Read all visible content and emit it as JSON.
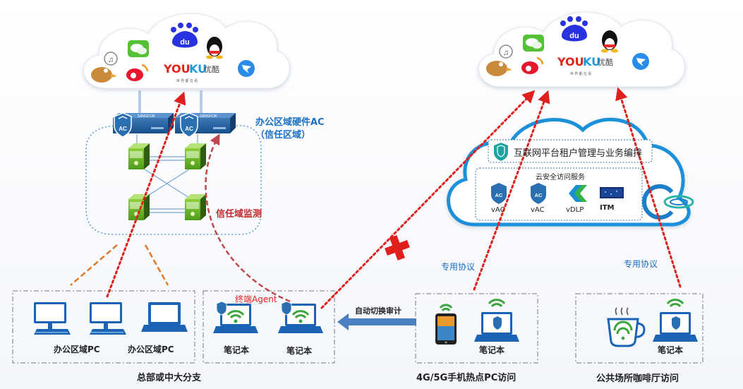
{
  "labels": {
    "ac_title": "办公区域硬件AC",
    "ac_trust": "（信任区域）",
    "trust_monitor": "信任域监测",
    "pc_left": "办公区域PC",
    "pc_right": "办公区域PC",
    "branch_caption": "总部或中大分支",
    "agent": "终端Agent",
    "laptop_a": "笔记本",
    "laptop_b": "笔记本",
    "auto_switch": "自动切换审计",
    "dedicated_1": "专用协议",
    "dedicated_2": "专用协议",
    "laptop_hotspot": "笔记本",
    "hotspot_caption": "4G/5G手机热点PC访问",
    "laptop_cafe": "笔记本",
    "cafe_caption": "公共场所咖啡厅访问",
    "tenant_mgmt": "互联网平台租户管理与业务编排",
    "cloud_service": "云安全访问服务",
    "vac_1": "vAC",
    "vac_2": "vAC",
    "vdlp": "vDLP",
    "itm": "ITM",
    "device_brand": "SANGFOR",
    "youku_slogan": "世 界 都 在 看"
  },
  "icons": [
    "qq-music-icon",
    "wechat-icon",
    "baidu-icon",
    "qq-penguin-icon",
    "weibo-icon",
    "youku-icon",
    "dingtalk-icon",
    "parrot-icon",
    "ac-shield-icon",
    "switch-icon",
    "desktop-pc-icon",
    "laptop-wifi-icon",
    "smartphone-icon",
    "coffee-wifi-icon",
    "block-cross-icon",
    "cloud-service-logo-icon"
  ],
  "colors": {
    "accent": "#1b6fc4",
    "link_red": "#e0201c",
    "trust_red": "#c0282b",
    "lan_orange": "#e07a2a",
    "cloud_blue": "#1a90d8",
    "switch_green": "#6fbf2a"
  }
}
